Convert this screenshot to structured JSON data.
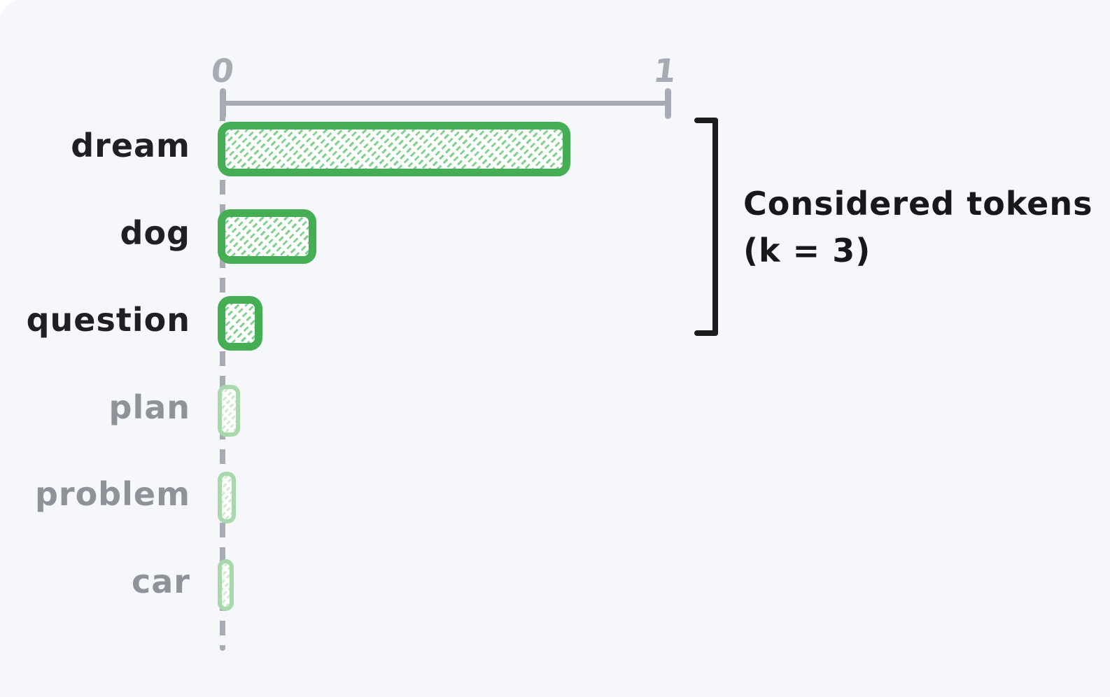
{
  "chart_data": {
    "type": "bar",
    "orientation": "horizontal",
    "title": "",
    "xlabel": "",
    "ylabel": "",
    "categories": [
      "dream",
      "dog",
      "question",
      "plan",
      "problem",
      "car"
    ],
    "values": [
      0.78,
      0.21,
      0.09,
      0.04,
      0.03,
      0.025
    ],
    "considered": [
      true,
      true,
      true,
      false,
      false,
      false
    ],
    "k": 3,
    "xlim": [
      0,
      1
    ],
    "x_tick_labels": [
      "0",
      "1"
    ],
    "grid": false,
    "legend": "none",
    "annotation_text": "Considered tokens (k = 3)"
  },
  "annotation": {
    "line1": "Considered tokens",
    "line2": "(k = 3)"
  },
  "colors": {
    "background": "#f5f7fa",
    "axis": "#a7acb4",
    "bar_stroke_considered": "#45ae54",
    "bar_hatch_considered": "#82d190",
    "bar_stroke_muted": "#a9d8ac",
    "bar_hatch_muted": "#cfead2",
    "label_considered": "#1e2023",
    "label_muted": "#8e939a",
    "bracket": "#1b1c1e"
  }
}
